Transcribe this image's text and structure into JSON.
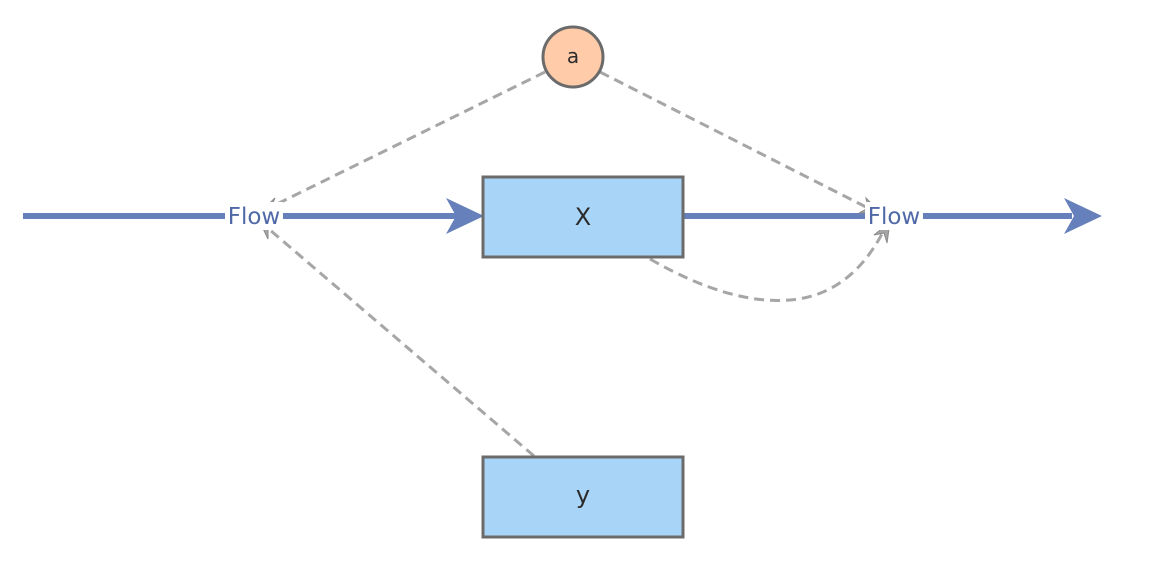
{
  "stocks": [
    {
      "id": "x",
      "label": "X"
    },
    {
      "id": "y",
      "label": "y"
    }
  ],
  "auxiliaries": [
    {
      "id": "a",
      "label": "a"
    }
  ],
  "flows": [
    {
      "id": "flow-in",
      "label": "Flow"
    },
    {
      "id": "flow-out",
      "label": "Flow"
    }
  ],
  "colors": {
    "stock_fill": "#a8d4f7",
    "auxiliary_fill": "#ffcba8",
    "flow": "#6680bb",
    "link": "#a6a6a6",
    "outline": "#6b6b6b"
  }
}
